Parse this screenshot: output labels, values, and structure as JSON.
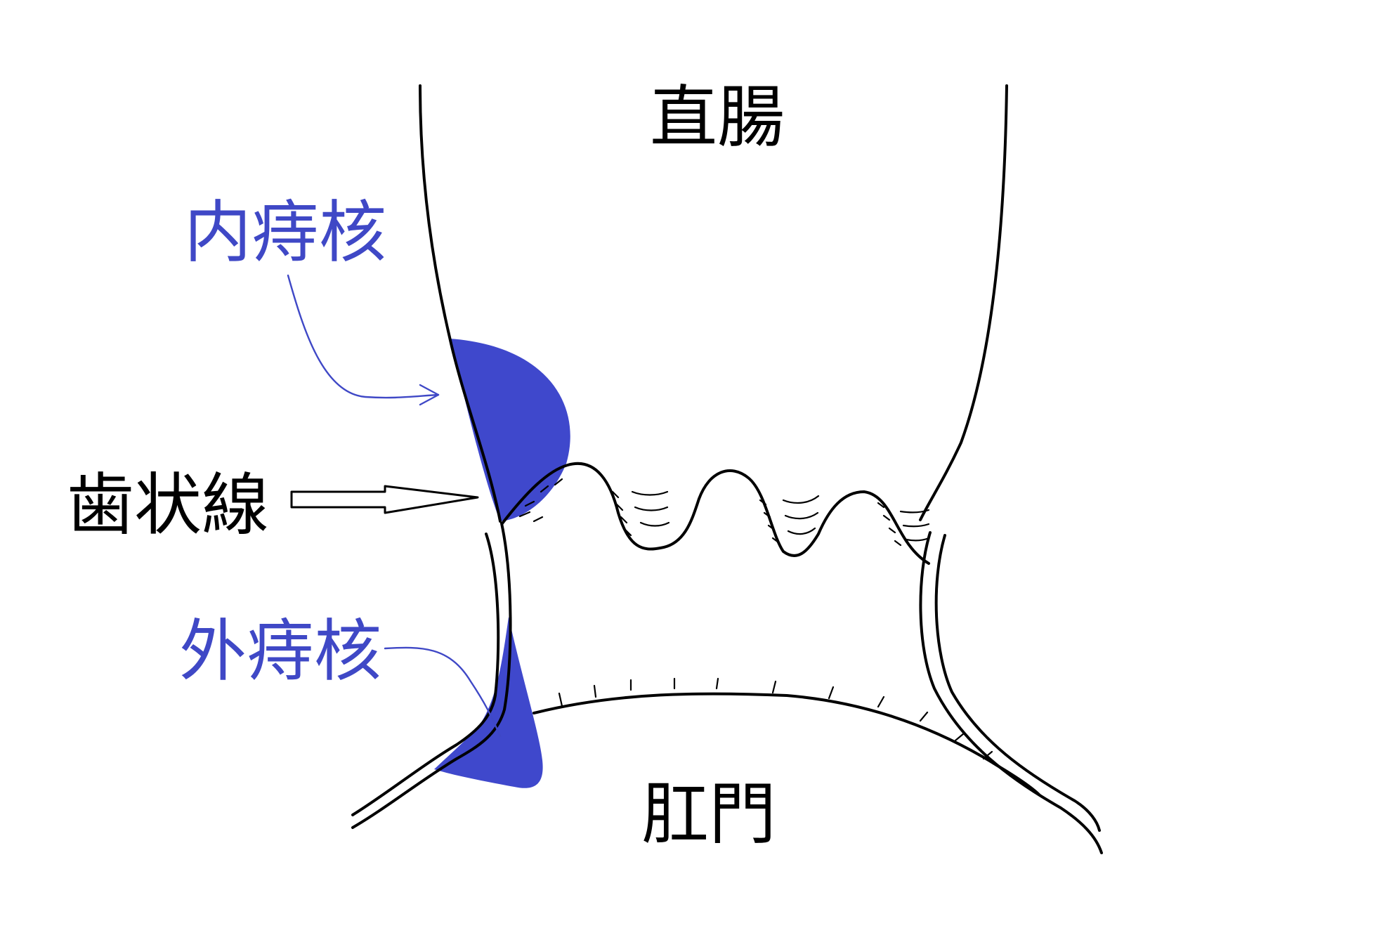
{
  "labels": {
    "rectum": "直腸",
    "internal_hemorrhoid": "内痔核",
    "dentate_line": "歯状線",
    "external_hemorrhoid": "外痔核",
    "anus": "肛門"
  },
  "colors": {
    "hemorrhoid_fill": "#3f48cc",
    "label_blue": "#3f48c6",
    "outline": "#000000",
    "background": "#ffffff"
  }
}
